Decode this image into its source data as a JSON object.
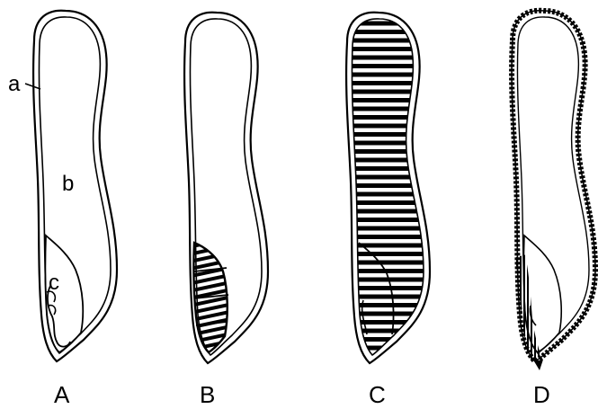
{
  "panels": [
    {
      "label": "A"
    },
    {
      "label": "B"
    },
    {
      "label": "C"
    },
    {
      "label": "D"
    }
  ],
  "parts": {
    "a": "a",
    "b": "b",
    "c": "c"
  },
  "colors": {
    "ink": "#000000",
    "paper": "#ffffff"
  }
}
